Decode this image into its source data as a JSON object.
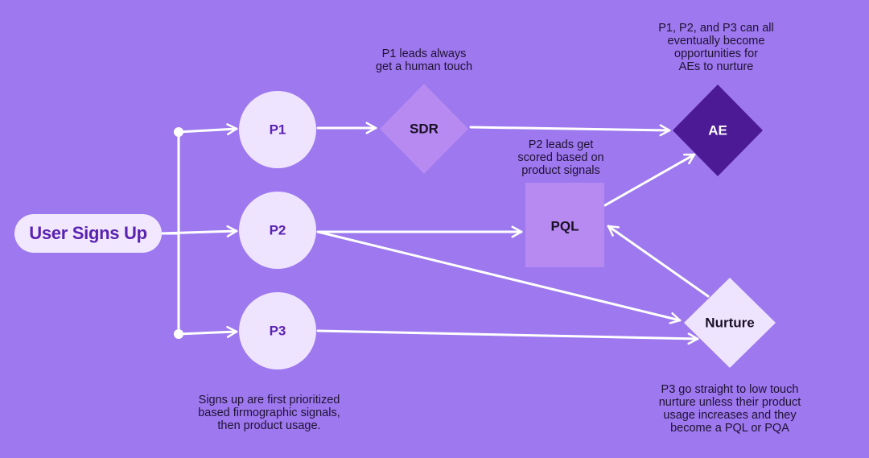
{
  "start": {
    "label": "User Signs Up"
  },
  "nodes": {
    "p1": "P1",
    "p2": "P2",
    "p3": "P3",
    "sdr": "SDR",
    "pql": "PQL",
    "ae": "AE",
    "nurture": "Nurture"
  },
  "notes": {
    "sdr_note": [
      "P1 leads always",
      "get a human touch"
    ],
    "ae_note": [
      "P1, P2, and P3 can all",
      "eventually become",
      "opportunities for",
      "AEs to nurture"
    ],
    "pql_note": [
      "P2 leads get",
      "scored based on",
      "product signals"
    ],
    "signup_note": [
      "Signs up are first prioritized",
      "based firmographic signals,",
      "then product usage."
    ],
    "nurture_note": [
      "P3 go straight to low touch",
      "nurture unless their product",
      "usage increases and they",
      "become a PQL or PQA"
    ]
  },
  "colors": {
    "background": "#9d78ee",
    "priority_circle": "#efe4ff",
    "priority_text": "#5a22b0",
    "sdr_fill": "#b78af2",
    "pql_fill": "#b78af2",
    "ae_fill": "#4c1a95",
    "nurture_fill": "#efe4ff",
    "connector": "#ffffff"
  }
}
